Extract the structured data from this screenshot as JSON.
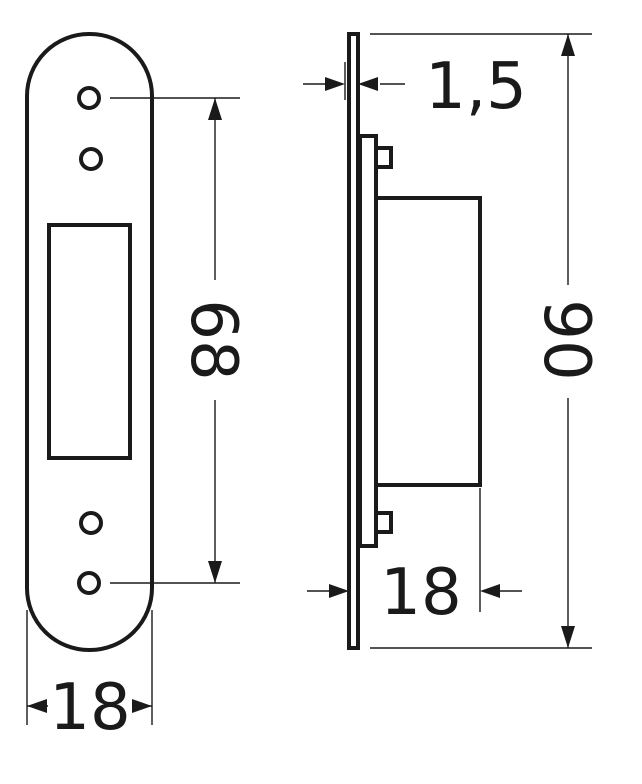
{
  "dimensions": {
    "width_plate": "18",
    "hole_spacing": "68",
    "plate_thickness": "1,5",
    "depth": "18",
    "total_length": "90"
  },
  "colors": {
    "line": "#1a1a1a",
    "background": "#ffffff"
  }
}
